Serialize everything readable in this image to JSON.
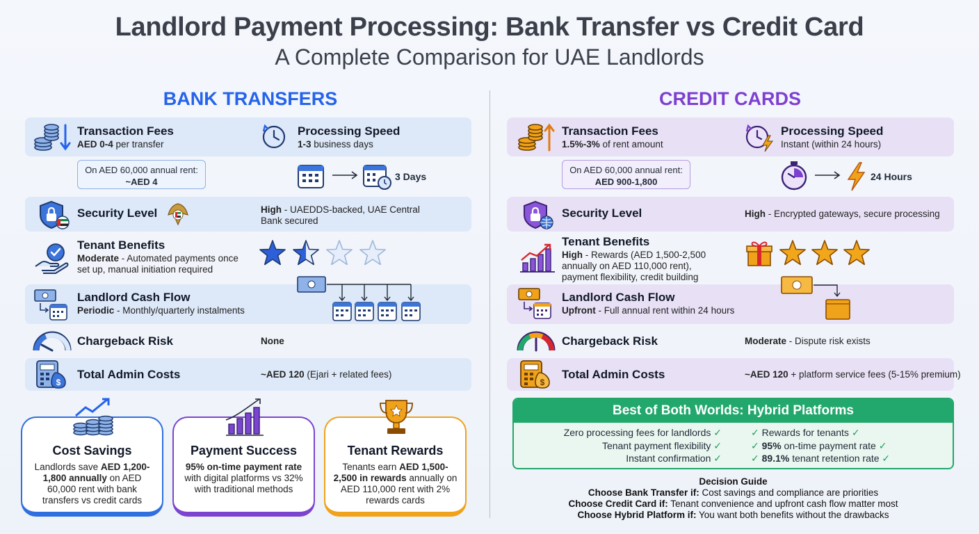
{
  "header": {
    "title": "Landlord Payment Processing: Bank Transfer vs Credit Card",
    "subtitle": "A Complete Comparison for UAE Landlords"
  },
  "bank": {
    "heading": "BANK TRANSFERS",
    "fees": {
      "label": "Transaction Fees",
      "value_bold": "AED 0-4",
      "value_rest": " per transfer",
      "callout_line1": "On AED 60,000 annual rent:",
      "callout_line2": "~AED 4"
    },
    "speed": {
      "label": "Processing Speed",
      "value_bold": "1-3",
      "value_rest": " business days",
      "illustration_label": "3 Days"
    },
    "security": {
      "label": "Security Level",
      "value_bold": "High",
      "value_rest": " - UAEDDS-backed, UAE Central Bank secured"
    },
    "tenant": {
      "label": "Tenant Benefits",
      "value_bold": "Moderate",
      "value_rest": " - Automated payments once set up, manual initiation required",
      "rating": 1.5,
      "rating_max": 4
    },
    "cashflow": {
      "label": "Landlord Cash Flow",
      "value_bold": "Periodic",
      "value_rest": " - Monthly/quarterly instalments"
    },
    "chargeback": {
      "label": "Chargeback Risk",
      "value_bold": "None",
      "value_rest": ""
    },
    "admin": {
      "label": "Total Admin Costs",
      "value_bold": "~AED 120",
      "value_rest": " (Ejari + related fees)"
    }
  },
  "cc": {
    "heading": "CREDIT CARDS",
    "fees": {
      "label": "Transaction Fees",
      "value_bold": "1.5%-3%",
      "value_rest": " of rent amount",
      "callout_line1": "On AED 60,000 annual rent:",
      "callout_line2": "AED 900-1,800"
    },
    "speed": {
      "label": "Processing Speed",
      "value_bold": "",
      "value_rest": "Instant (within 24 hours)",
      "illustration_label": "24 Hours"
    },
    "security": {
      "label": "Security Level",
      "value_bold": "High",
      "value_rest": " - Encrypted gateways, secure processing"
    },
    "tenant": {
      "label": "Tenant Benefits",
      "value_bold": "High",
      "value_rest": " - Rewards (AED 1,500-2,500 annually on AED 110,000 rent), payment flexibility, credit building",
      "rating": 3,
      "rating_max": 3
    },
    "cashflow": {
      "label": "Landlord Cash Flow",
      "value_bold": "Upfront",
      "value_rest": " - Full annual rent within 24 hours"
    },
    "chargeback": {
      "label": "Chargeback Risk",
      "value_bold": "Moderate",
      "value_rest": " - Dispute risk exists"
    },
    "admin": {
      "label": "Total Admin Costs",
      "value_bold": "~AED 120",
      "value_rest": " + platform service fees (5-15% premium)"
    }
  },
  "cards": [
    {
      "title": "Cost Savings",
      "p1": "Landlords save ",
      "b1": "AED 1,200-1,800 annually",
      "p2": " on AED 60,000 rent with bank transfers vs credit cards",
      "color": "#2f6fdf"
    },
    {
      "title": "Payment Success",
      "b1": "95% on-time payment rate",
      "p2": " with digital platforms vs 32% with traditional methods",
      "color": "#7b45cf"
    },
    {
      "title": "Tenant Rewards",
      "p1": "Tenants earn ",
      "b1": "AED 1,500-2,500 in rewards",
      "p2": " annually on AED 110,000 rent with 2% rewards cards",
      "color": "#f0a21a"
    }
  ],
  "hybrid": {
    "title": "Best of Both Worlds: Hybrid Platforms",
    "left": [
      "Zero processing fees for landlords",
      "Tenant payment flexibility",
      "Instant confirmation"
    ],
    "right": [
      {
        "bold": "",
        "text": "Rewards for tenants"
      },
      {
        "bold": "95%",
        "text": " on-time payment rate"
      },
      {
        "bold": "89.1%",
        "text": " tenant retention rate"
      }
    ],
    "check": "✓"
  },
  "guide": {
    "title": "Decision Guide",
    "lines": [
      {
        "bold": "Choose Bank Transfer if:",
        "text": " Cost savings and compliance are priorities"
      },
      {
        "bold": "Choose Credit Card if:",
        "text": " Tenant convenience and upfront cash flow matter most"
      },
      {
        "bold": "Choose Hybrid Platform if:",
        "text": " You want both benefits without the drawbacks"
      }
    ]
  },
  "colors": {
    "bank_accent": "#2563eb",
    "cc_accent": "#7e3fd1",
    "hybrid_green": "#22a86c",
    "star_blue": "#2d5fd8",
    "star_gold": "#f2a61c"
  }
}
